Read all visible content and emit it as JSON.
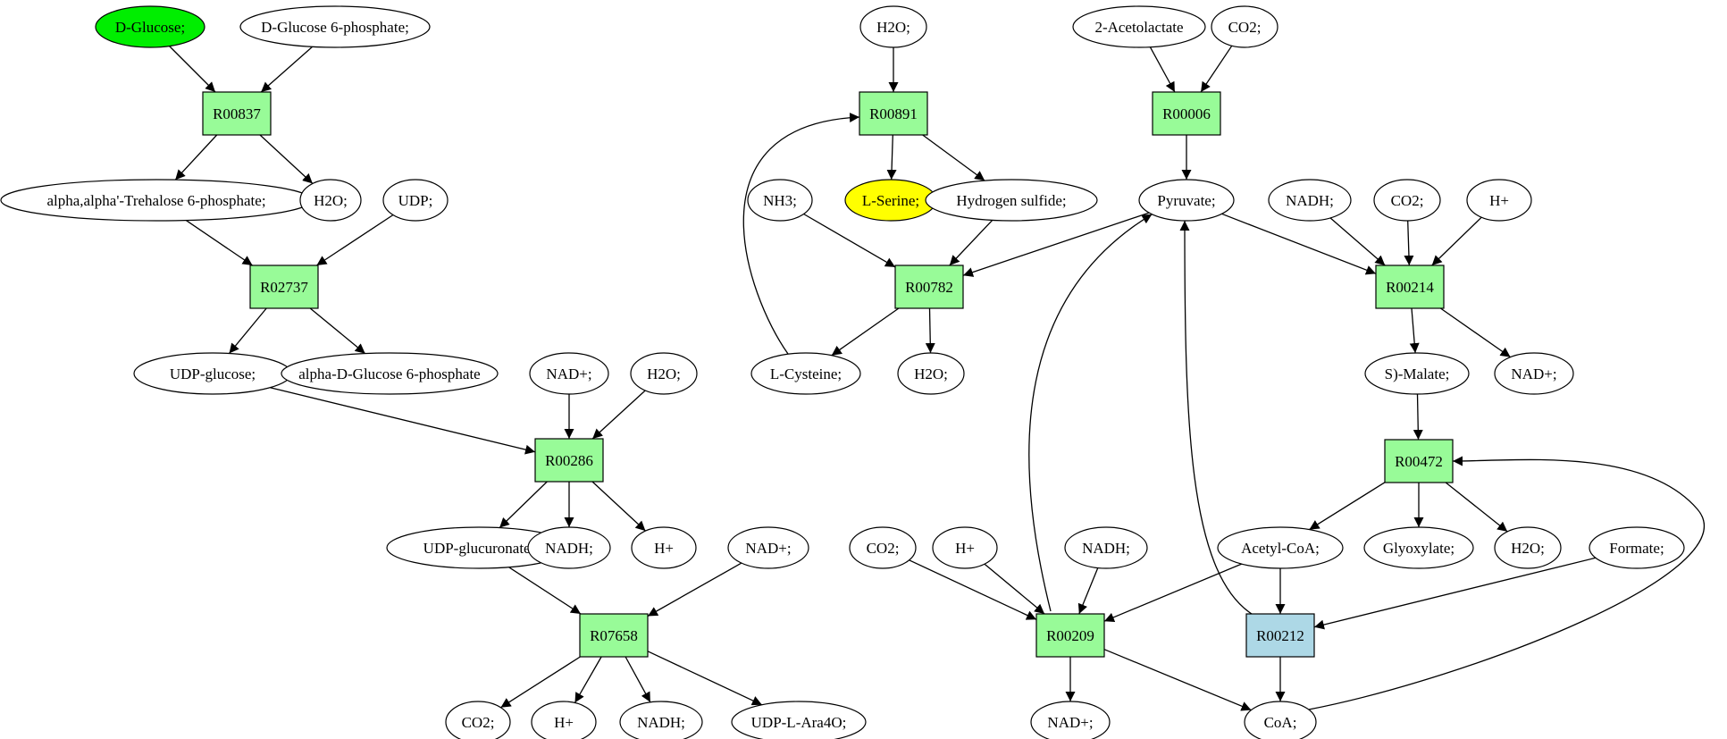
{
  "colors": {
    "reaction": "#98fb98",
    "reaction_alt": "#add8e6",
    "metabolite": "#ffffff",
    "highlight_green": "#00ee00",
    "highlight_yellow": "#ffff00"
  },
  "nodes": [
    {
      "id": "dglucose",
      "label": "D-Glucose;",
      "kind": "metabolite",
      "color": "#00ee00"
    },
    {
      "id": "g6p",
      "label": "D-Glucose 6-phosphate;",
      "kind": "metabolite"
    },
    {
      "id": "R00837",
      "label": "R00837",
      "kind": "reaction"
    },
    {
      "id": "tre6p",
      "label": "alpha,alpha'-Trehalose 6-phosphate;",
      "kind": "metabolite"
    },
    {
      "id": "h2o_a",
      "label": "H2O;",
      "kind": "metabolite"
    },
    {
      "id": "udp",
      "label": "UDP;",
      "kind": "metabolite"
    },
    {
      "id": "R02737",
      "label": "R02737",
      "kind": "reaction"
    },
    {
      "id": "udpglc",
      "label": "UDP-glucose;",
      "kind": "metabolite"
    },
    {
      "id": "adg6p",
      "label": "alpha-D-Glucose 6-phosphate",
      "kind": "metabolite"
    },
    {
      "id": "nadp_a",
      "label": "NAD+;",
      "kind": "metabolite"
    },
    {
      "id": "h2o_b",
      "label": "H2O;",
      "kind": "metabolite"
    },
    {
      "id": "R00286",
      "label": "R00286",
      "kind": "reaction"
    },
    {
      "id": "udpgca",
      "label": "UDP-glucuronate;",
      "kind": "metabolite"
    },
    {
      "id": "nadh_a",
      "label": "NADH;",
      "kind": "metabolite"
    },
    {
      "id": "hp_a",
      "label": "H+",
      "kind": "metabolite"
    },
    {
      "id": "nadp_b",
      "label": "NAD+;",
      "kind": "metabolite"
    },
    {
      "id": "R07658",
      "label": "R07658",
      "kind": "reaction"
    },
    {
      "id": "co2_a",
      "label": "CO2;",
      "kind": "metabolite"
    },
    {
      "id": "hp_b",
      "label": "H+",
      "kind": "metabolite"
    },
    {
      "id": "nadh_b",
      "label": "NADH;",
      "kind": "metabolite"
    },
    {
      "id": "udpara",
      "label": "UDP-L-Ara4O;",
      "kind": "metabolite"
    },
    {
      "id": "h2o_c",
      "label": "H2O;",
      "kind": "metabolite"
    },
    {
      "id": "R00891",
      "label": "R00891",
      "kind": "reaction"
    },
    {
      "id": "lser",
      "label": "L-Serine;",
      "kind": "metabolite",
      "color": "#ffff00"
    },
    {
      "id": "h2s",
      "label": "Hydrogen sulfide;",
      "kind": "metabolite"
    },
    {
      "id": "nh3",
      "label": "NH3;",
      "kind": "metabolite"
    },
    {
      "id": "R00782",
      "label": "R00782",
      "kind": "reaction"
    },
    {
      "id": "lcys",
      "label": "L-Cysteine;",
      "kind": "metabolite"
    },
    {
      "id": "h2o_d",
      "label": "H2O;",
      "kind": "metabolite"
    },
    {
      "id": "acl",
      "label": "2-Acetolactate",
      "kind": "metabolite"
    },
    {
      "id": "co2_b",
      "label": "CO2;",
      "kind": "metabolite"
    },
    {
      "id": "R00006",
      "label": "R00006",
      "kind": "reaction"
    },
    {
      "id": "pyr",
      "label": "Pyruvate;",
      "kind": "metabolite"
    },
    {
      "id": "nadh_c",
      "label": "NADH;",
      "kind": "metabolite"
    },
    {
      "id": "co2_c",
      "label": "CO2;",
      "kind": "metabolite"
    },
    {
      "id": "hp_c",
      "label": "H+",
      "kind": "metabolite"
    },
    {
      "id": "R00214",
      "label": "R00214",
      "kind": "reaction"
    },
    {
      "id": "smal",
      "label": "S)-Malate;",
      "kind": "metabolite"
    },
    {
      "id": "nadp_c",
      "label": "NAD+;",
      "kind": "metabolite"
    },
    {
      "id": "R00472",
      "label": "R00472",
      "kind": "reaction"
    },
    {
      "id": "accoa",
      "label": "Acetyl-CoA;",
      "kind": "metabolite"
    },
    {
      "id": "glx",
      "label": "Glyoxylate;",
      "kind": "metabolite"
    },
    {
      "id": "h2o_e",
      "label": "H2O;",
      "kind": "metabolite"
    },
    {
      "id": "form",
      "label": "Formate;",
      "kind": "metabolite"
    },
    {
      "id": "co2_d",
      "label": "CO2;",
      "kind": "metabolite"
    },
    {
      "id": "hp_d",
      "label": "H+",
      "kind": "metabolite"
    },
    {
      "id": "nadh_d",
      "label": "NADH;",
      "kind": "metabolite"
    },
    {
      "id": "R00209",
      "label": "R00209",
      "kind": "reaction"
    },
    {
      "id": "R00212",
      "label": "R00212",
      "kind": "reaction",
      "color": "#add8e6"
    },
    {
      "id": "nadp_d",
      "label": "NAD+;",
      "kind": "metabolite"
    },
    {
      "id": "coa",
      "label": "CoA;",
      "kind": "metabolite"
    }
  ],
  "edges": [
    {
      "from": "dglucose",
      "to": "R00837"
    },
    {
      "from": "g6p",
      "to": "R00837"
    },
    {
      "from": "R00837",
      "to": "tre6p"
    },
    {
      "from": "R00837",
      "to": "h2o_a"
    },
    {
      "from": "tre6p",
      "to": "R02737"
    },
    {
      "from": "udp",
      "to": "R02737"
    },
    {
      "from": "R02737",
      "to": "udpglc"
    },
    {
      "from": "R02737",
      "to": "adg6p"
    },
    {
      "from": "udpglc",
      "to": "R00286"
    },
    {
      "from": "nadp_a",
      "to": "R00286"
    },
    {
      "from": "h2o_b",
      "to": "R00286"
    },
    {
      "from": "R00286",
      "to": "udpgca"
    },
    {
      "from": "R00286",
      "to": "nadh_a"
    },
    {
      "from": "R00286",
      "to": "hp_a"
    },
    {
      "from": "udpgca",
      "to": "R07658"
    },
    {
      "from": "nadp_b",
      "to": "R07658"
    },
    {
      "from": "R07658",
      "to": "co2_a"
    },
    {
      "from": "R07658",
      "to": "hp_b"
    },
    {
      "from": "R07658",
      "to": "nadh_b"
    },
    {
      "from": "R07658",
      "to": "udpara"
    },
    {
      "from": "h2o_c",
      "to": "R00891"
    },
    {
      "from": "R00891",
      "to": "lser"
    },
    {
      "from": "R00891",
      "to": "h2s"
    },
    {
      "from": "lcys",
      "to": "R00891",
      "curve": "left-loop"
    },
    {
      "from": "nh3",
      "to": "R00782"
    },
    {
      "from": "h2s",
      "to": "R00782"
    },
    {
      "from": "pyr",
      "to": "R00782"
    },
    {
      "from": "R00782",
      "to": "lcys"
    },
    {
      "from": "R00782",
      "to": "h2o_d"
    },
    {
      "from": "acl",
      "to": "R00006"
    },
    {
      "from": "co2_b",
      "to": "R00006"
    },
    {
      "from": "R00006",
      "to": "pyr"
    },
    {
      "from": "pyr",
      "to": "R00214"
    },
    {
      "from": "nadh_c",
      "to": "R00214"
    },
    {
      "from": "co2_c",
      "to": "R00214"
    },
    {
      "from": "hp_c",
      "to": "R00214"
    },
    {
      "from": "R00214",
      "to": "smal"
    },
    {
      "from": "R00214",
      "to": "nadp_c"
    },
    {
      "from": "smal",
      "to": "R00472"
    },
    {
      "from": "R00472",
      "to": "accoa"
    },
    {
      "from": "R00472",
      "to": "glx"
    },
    {
      "from": "R00472",
      "to": "h2o_e"
    },
    {
      "from": "coa",
      "to": "R00472",
      "curve": "right-loop"
    },
    {
      "from": "co2_d",
      "to": "R00209"
    },
    {
      "from": "hp_d",
      "to": "R00209"
    },
    {
      "from": "nadh_d",
      "to": "R00209"
    },
    {
      "from": "accoa",
      "to": "R00209"
    },
    {
      "from": "R00209",
      "to": "pyr",
      "curve": "up-arc"
    },
    {
      "from": "R00209",
      "to": "nadp_d"
    },
    {
      "from": "R00209",
      "to": "coa"
    },
    {
      "from": "accoa",
      "to": "R00212"
    },
    {
      "from": "form",
      "to": "R00212"
    },
    {
      "from": "R00212",
      "to": "pyr",
      "curve": "vertical"
    },
    {
      "from": "R00212",
      "to": "coa"
    }
  ]
}
